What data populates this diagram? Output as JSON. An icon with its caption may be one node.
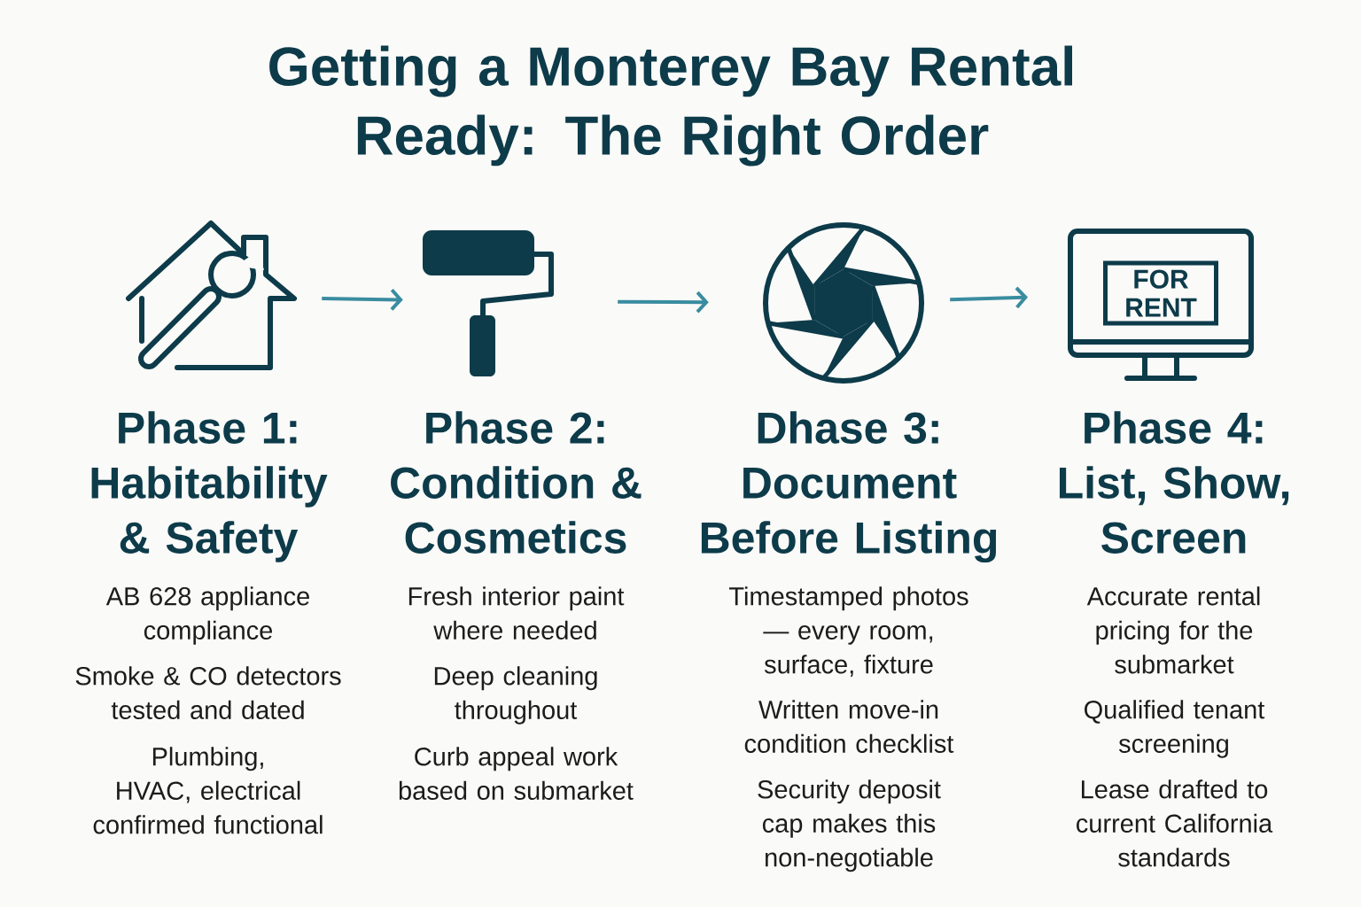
{
  "diagram": {
    "title": "Getting a Monterey Bay Rental Ready: The Right Order",
    "nodes": [
      {
        "text": [],
        "shape": "picture"
      },
      {
        "text": [],
        "shape": "picture"
      },
      {
        "text": [],
        "shape": "picture"
      },
      {
        "text": [
          "FOR RENT"
        ]
      }
    ],
    "edges": [
      {
        "from": 0,
        "to": 1,
        "arrow": "to"
      },
      {
        "from": 1,
        "to": 2,
        "arrow": "to"
      },
      {
        "from": 2,
        "to": 3,
        "arrow": "to"
      }
    ],
    "labels": [
      "Phase 1: Habitability & Safety",
      "AB 628 appliance compliance",
      "Smoke & CO detectors tested and dated",
      "Plumbing, HVAC, electrical confirmed functional",
      "Phase 2: Condition & Cosmetics",
      "Fresh interior paint where needed",
      "Deep cleaning throughout",
      "Curb appeal work based on submarket",
      "Dhase 3: Document Before Listing",
      "Timestamped photos — every room, surface, fixture",
      "Written move-in condition checklist",
      "Security deposit cap makes this non-negotiable",
      "Phase 4: List, Show, Screen",
      "Accurate rental pricing for the submarket",
      "Qualified tenant screening",
      "Lease drafted to current California standards"
    ]
  }
}
